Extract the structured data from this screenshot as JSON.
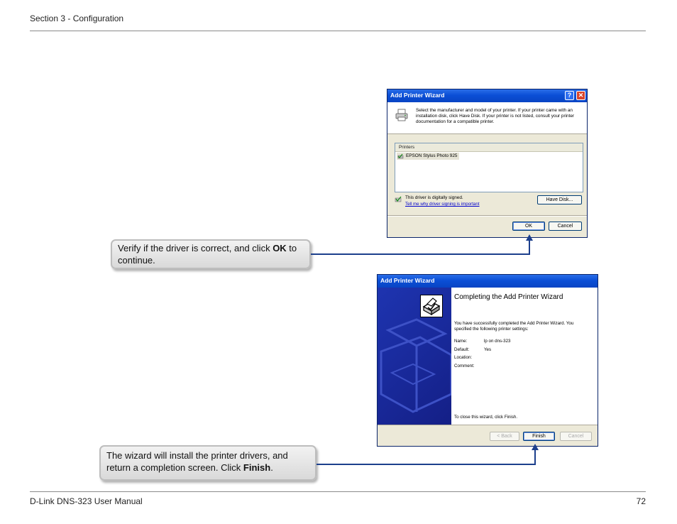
{
  "header": {
    "section": "Section 3 - Configuration"
  },
  "footer": {
    "manual": "D-Link DNS-323 User Manual",
    "page": "72"
  },
  "dialog1": {
    "title": "Add Printer Wizard",
    "help_glyph": "?",
    "close_glyph": "✕",
    "instructions": "Select the manufacturer and model of your printer. If your printer came with an installation disk, click Have Disk. If your printer is not listed, consult your printer documentation for a compatible printer.",
    "list_header": "Printers",
    "printer": "EPSON Stylus Photo 925",
    "signed_text": "This driver is digitally signed.",
    "signed_link": "Tell me why driver signing is important",
    "have_disk": "Have Disk...",
    "ok": "OK",
    "cancel": "Cancel"
  },
  "callout1": {
    "text_pre": "Verify if the driver is correct, and click ",
    "text_bold": "OK",
    "text_post": " to continue."
  },
  "dialog2": {
    "title": "Add Printer Wizard",
    "heading": "Completing the Add Printer Wizard",
    "summary": "You have successfully completed the Add Printer Wizard. You specified the following printer settings:",
    "fields": [
      {
        "label": "Name:",
        "value": "lp on dns-323"
      },
      {
        "label": "Default:",
        "value": "Yes"
      },
      {
        "label": "Location:",
        "value": ""
      },
      {
        "label": "Comment:",
        "value": ""
      }
    ],
    "close_text": "To close this wizard, click Finish.",
    "back": "< Back",
    "finish": "Finish",
    "cancel": "Cancel"
  },
  "callout2": {
    "text_pre": "The wizard will install the printer drivers, and return a completion screen. Click ",
    "text_bold": "Finish",
    "text_post": "."
  },
  "colors": {
    "connector": "#1c3f8c",
    "titlebar": "#0b4fd6",
    "wizard_panel": "#1a2a9c"
  }
}
